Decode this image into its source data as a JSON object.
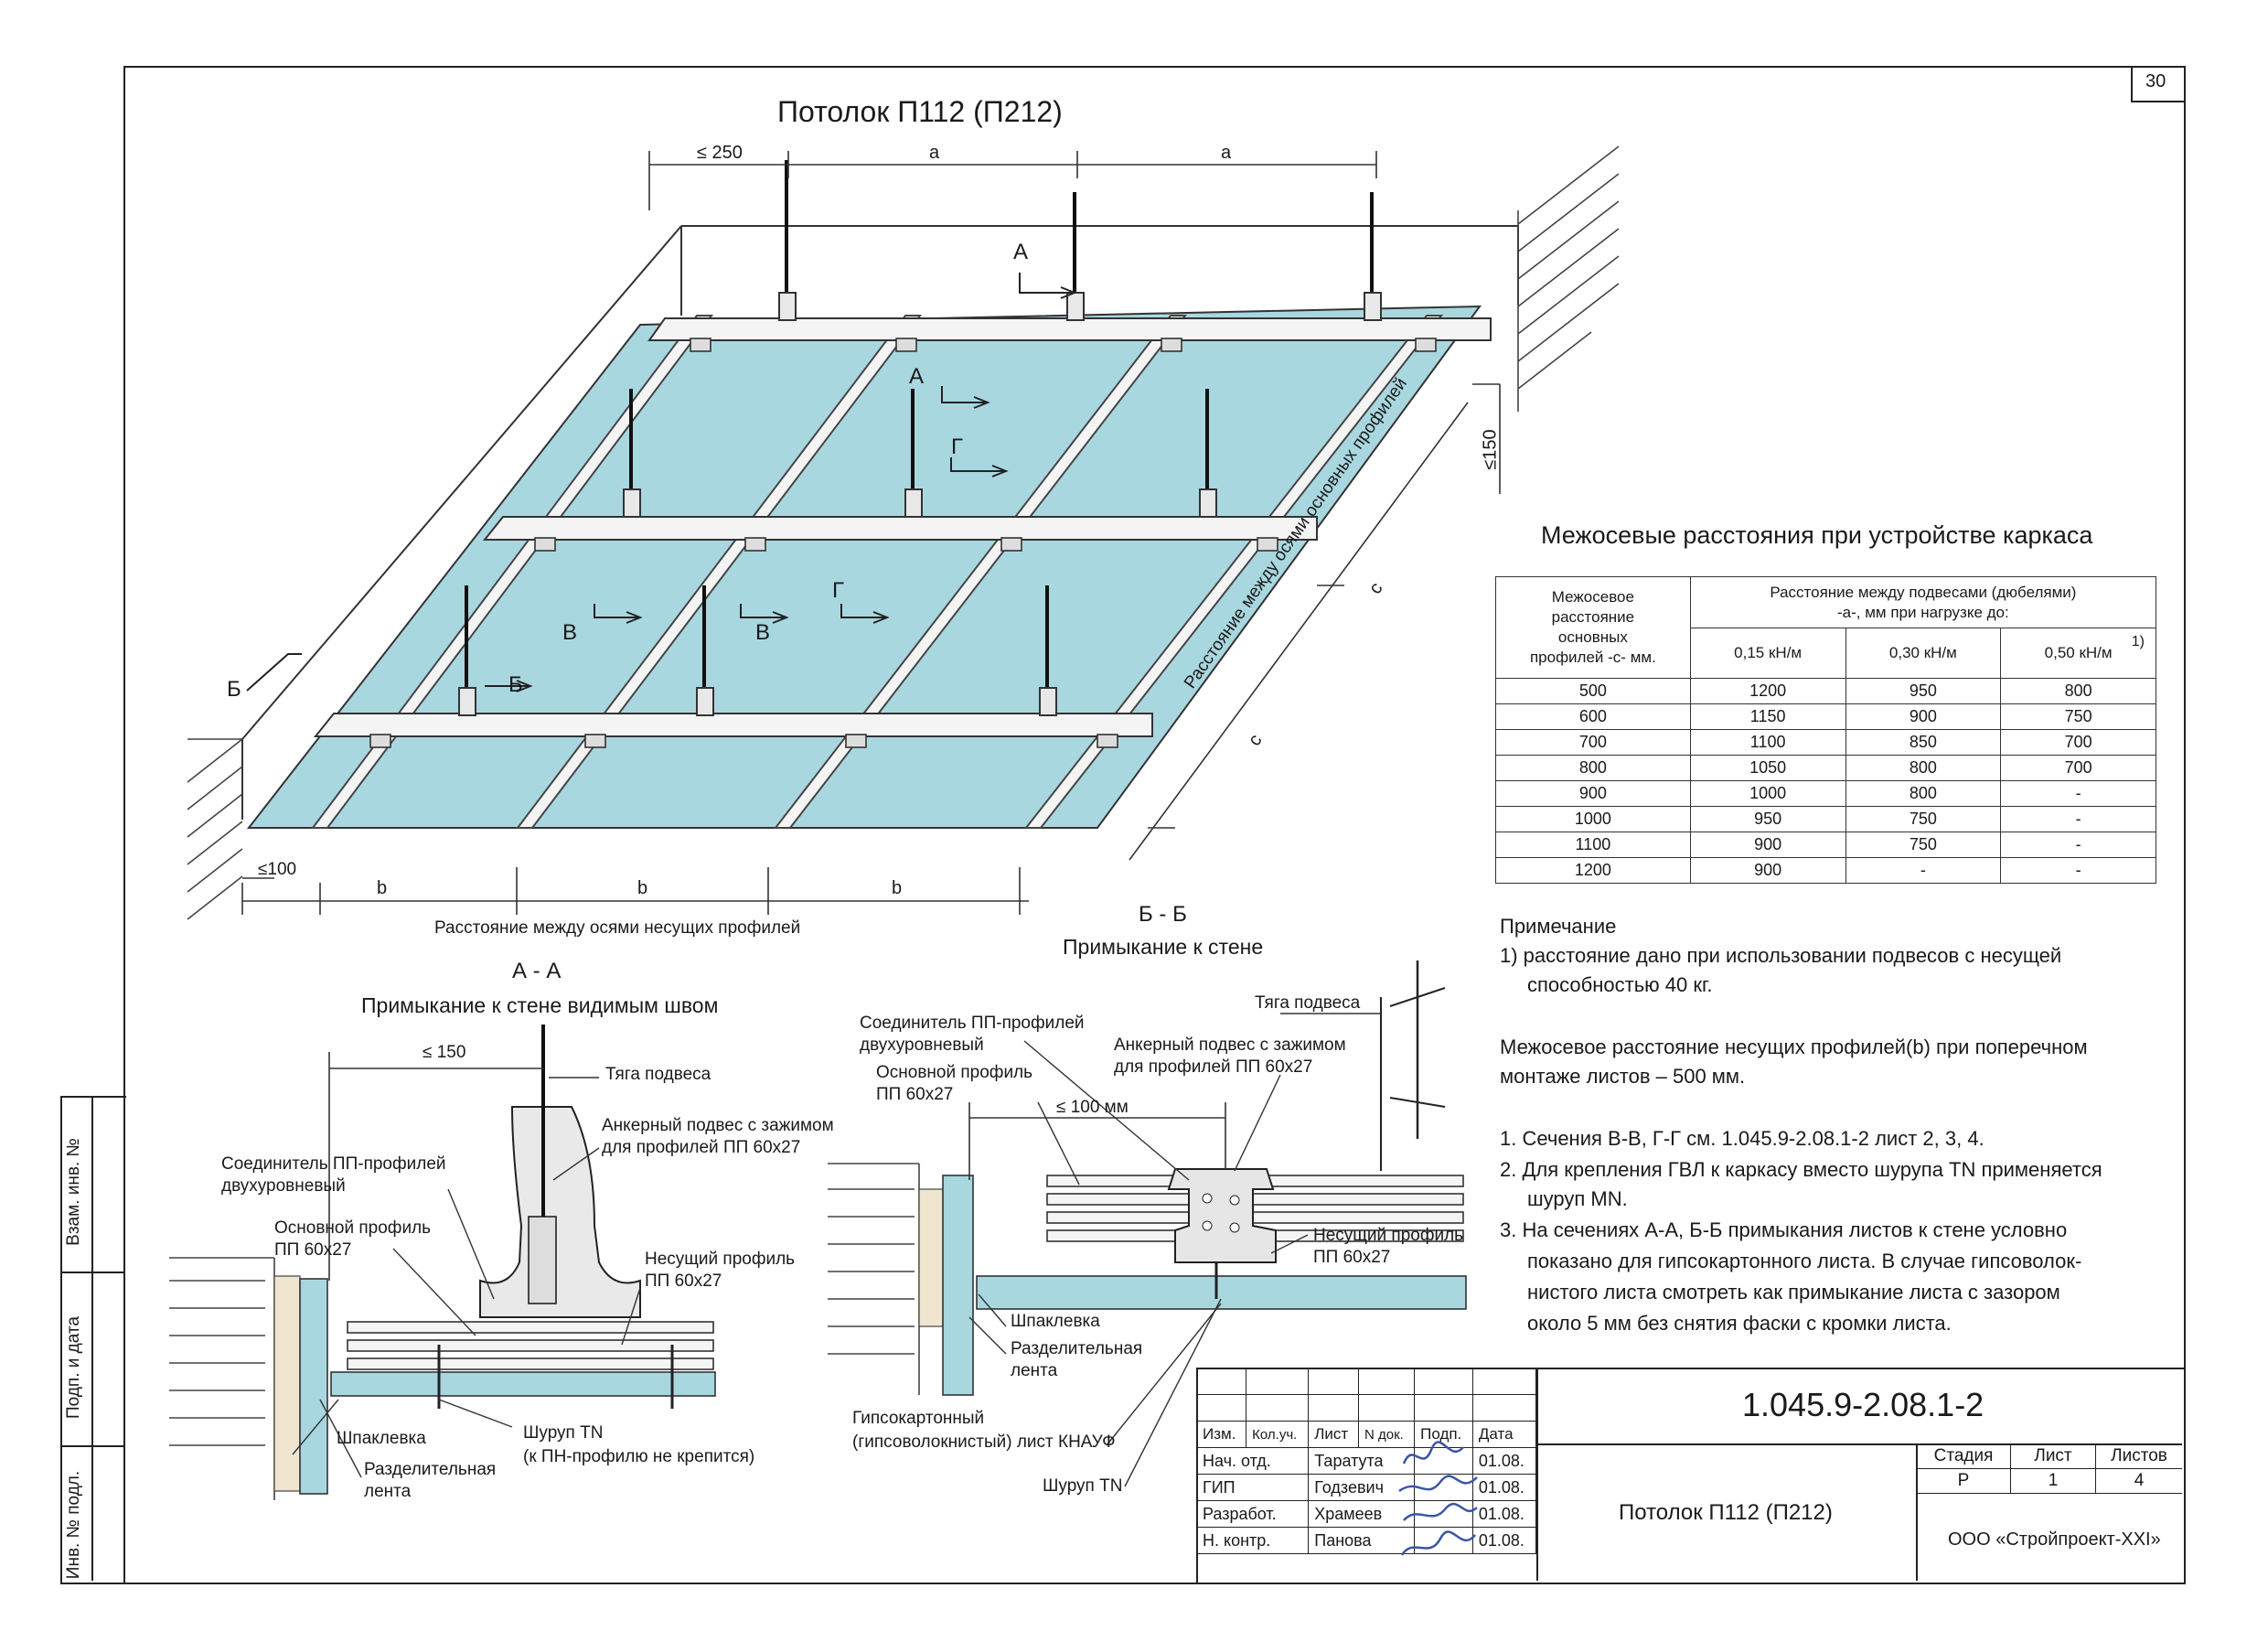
{
  "page_number": "30",
  "main_title": "Потолок П112 (П212)",
  "iso": {
    "dim_le250": "≤ 250",
    "dim_a1": "a",
    "dim_a2": "a",
    "dim_le150": "≤150",
    "dim_le100": "≤100",
    "dim_b1": "b",
    "dim_b2": "b",
    "dim_b3": "b",
    "dim_c1": "c",
    "dim_c2": "c",
    "label_bottom": "Расстояние между осями несущих профилей",
    "label_diagonal": "Расстояние между осями основных профилей",
    "sec_A_1": "А",
    "sec_A_2": "А",
    "sec_G_1": "Г",
    "sec_G_2": "Г",
    "sec_V_1": "В",
    "sec_V_2": "В",
    "sec_B_1": "Б",
    "sec_B_2": "Б"
  },
  "section_AA": {
    "title": "А - А",
    "subtitle": "Примыкание к стене видимым швом",
    "dim_le150": "≤ 150",
    "tyaga": "Тяга подвеса",
    "ankernyi_1": "Анкерный подвес с зажимом",
    "ankernyi_2": "для профилей ПП 60x27",
    "soed_1": "Соединитель ПП-профилей",
    "soed_2": "двухуровневый",
    "osnovnoi_1": "Основной профиль",
    "osnovnoi_2": "ПП 60x27",
    "nesushii_1": "Несущий профиль",
    "nesushii_2": "ПП 60x27",
    "shpaklevka": "Шпаклевка",
    "razdel_1": "Разделительная",
    "razdel_2": "лента",
    "shurup_1": "Шуруп TN",
    "shurup_2": "(к ПН-профилю не крепится)"
  },
  "section_BB": {
    "title": "Б - Б",
    "subtitle": "Примыкание к стене",
    "soed_1": "Соединитель ПП-профилей",
    "soed_2": "двухуровневый",
    "osnovnoi_1": "Основной профиль",
    "osnovnoi_2": "ПП 60x27",
    "ankernyi_1": "Анкерный подвес с зажимом",
    "ankernyi_2": "для профилей ПП 60x27",
    "tyaga": "Тяга подвеса",
    "dim_le100": "≤ 100 мм",
    "nesushii_1": "Несущий профиль",
    "nesushii_2": "ПП 60x27",
    "shpaklevka": "Шпаклевка",
    "razdel_1": "Разделительная",
    "razdel_2": "лента",
    "gipso_1": "Гипсокартонный",
    "gipso_2": "(гипсоволокнистый) лист КНАУФ",
    "shurup": "Шуруп TN"
  },
  "spacing_table": {
    "title": "Межосевые расстояния при устройстве каркаса",
    "header_left": [
      "Межосевое",
      "расстояние",
      "основных",
      "профилей -с- мм."
    ],
    "header_right_1": "Расстояние между подвесами (дюбелями)",
    "header_right_2": "-а-, мм при нагрузке до:",
    "loads": [
      "0,15 кН/м",
      "0,30 кН/м",
      "0,50 кН/м"
    ],
    "footnote_mark": "1)",
    "rows": [
      [
        "500",
        "1200",
        "950",
        "800"
      ],
      [
        "600",
        "1150",
        "900",
        "750"
      ],
      [
        "700",
        "1100",
        "850",
        "700"
      ],
      [
        "800",
        "1050",
        "800",
        "700"
      ],
      [
        "900",
        "1000",
        "800",
        "-"
      ],
      [
        "1000",
        "950",
        "750",
        "-"
      ],
      [
        "1100",
        "900",
        "750",
        "-"
      ],
      [
        "1200",
        "900",
        "-",
        "-"
      ]
    ]
  },
  "notes": {
    "heading": "Примечание",
    "n1_a": "1)  расстояние дано при использовании подвесов с несущей",
    "n1_b": "способностью 40 кг.",
    "p1": "Межосевое расстояние несущих профилей(b) при поперечном",
    "p2": "монтаже листов – 500 мм.",
    "l1": "1.  Сечения В-В, Г-Г см. 1.045.9-2.08.1-2 лист 2, 3, 4.",
    "l2a": "2.  Для крепления ГВЛ к каркасу вместо шурупа TN применяется",
    "l2b": "шуруп MN.",
    "l3a": "3.  На сечениях А-А, Б-Б примыкания листов к стене условно",
    "l3b": "показано для гипсокартонного листа. В случае гипсоволок-",
    "l3c": "нистого листа смотреть как примыкание листа с зазором",
    "l3d": "около 5 мм без снятия фаски с кромки листа."
  },
  "side_stamp": {
    "vzam": "Взам. инв. №",
    "podp": "Подп. и дата",
    "inv": "Инв. № подл."
  },
  "title_block": {
    "doc_code": "1.045.9-2.08.1-2",
    "doc_name": "Потолок П112 (П212)",
    "organization": "ООО «Стройпроект-XXI»",
    "col_headers": [
      "Изм.",
      "Кол.уч.",
      "Лист",
      "N док.",
      "Подп.",
      "Дата"
    ],
    "rows": [
      {
        "role": "Нач. отд.",
        "name": "Таратута",
        "date": "01.08."
      },
      {
        "role": "ГИП",
        "name": "Годзевич",
        "date": "01.08."
      },
      {
        "role": "Разработ.",
        "name": "Храмеев",
        "date": "01.08."
      },
      {
        "role": "Н. контр.",
        "name": "Панова",
        "date": "01.08."
      }
    ],
    "stage_label": "Стадия",
    "sheet_label": "Лист",
    "sheets_label": "Листов",
    "stage": "Р",
    "sheet": "1",
    "sheets": "4"
  },
  "colors": {
    "board": "#a9d7e0",
    "profile": "#f2f2f2",
    "ink": "#1a1a1a",
    "signature": "#3b55a6"
  }
}
